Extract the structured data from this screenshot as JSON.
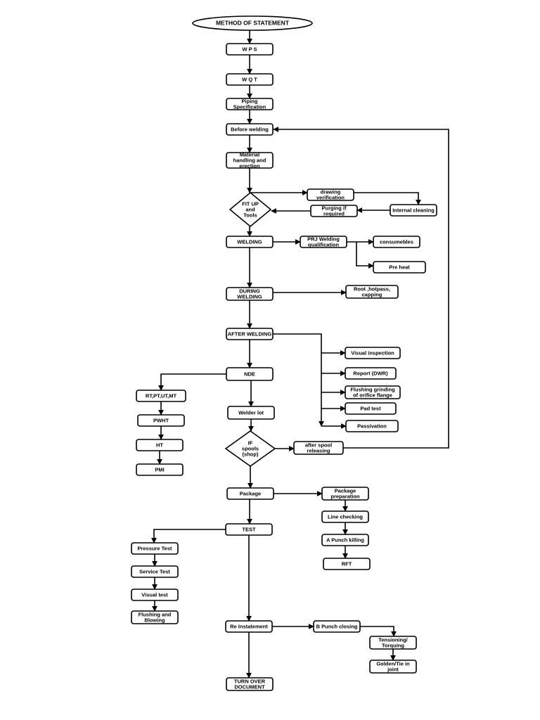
{
  "diagram": {
    "title": "METHOD OF STATEMENT",
    "nodes": {
      "title": "METHOD OF STATEMENT",
      "wps": "W P S",
      "wqt": "W Q T",
      "piping": [
        "Piping",
        "Specification"
      ],
      "before": "Before welding",
      "material": [
        "Material",
        "handling and",
        "erection"
      ],
      "fitup": [
        "FIT UP",
        "and",
        "Tools"
      ],
      "drawing": [
        "drawing",
        "verification"
      ],
      "purging": [
        "Purging if",
        "required"
      ],
      "internal": "Internal cleaning",
      "welding": "WELDING",
      "prj": [
        "PRJ  Welding",
        "qualification"
      ],
      "consumables": "consumebles",
      "preheat": "Pre heat",
      "during": [
        "DURING",
        "WELDING"
      ],
      "root": [
        "Root ,hotpass,",
        "capping"
      ],
      "after": "AFTER WELDING",
      "visual_insp": "Visual inspection",
      "report": "Report (DWR)",
      "flushing_grinding": [
        "Flushing grinding",
        "of  orifice  flange"
      ],
      "pad": "Pad test",
      "passivation": "Passivation",
      "nde": "NDE",
      "rt": "RT,PT,UT,MT",
      "pwht": "PWHT",
      "ht": "HT",
      "pmi": "PMI",
      "welderlot": "Welder lot",
      "ifspools": [
        "IF",
        "spools",
        "(shop)"
      ],
      "afterspool": [
        "after spool",
        "releasing"
      ],
      "package": "Package",
      "packprep": [
        "Package",
        "preparation"
      ],
      "linecheck": "Line checking",
      "apunch": "A  Punch killing",
      "rft": "RFT",
      "test": "TEST",
      "pressure": "Pressure Test",
      "service": "Service Test",
      "visualtest": "Visual test",
      "flushblow": [
        "Flushing and",
        "Blowing"
      ],
      "reinst": "Re Instatement",
      "bpunch": "B  Punch closing",
      "tension": [
        "Tensioning/",
        "Torquing"
      ],
      "golden": [
        "Golden/Tie in",
        "joint"
      ],
      "turnover": [
        "TURN OVER",
        "DOCUMENT"
      ]
    }
  }
}
